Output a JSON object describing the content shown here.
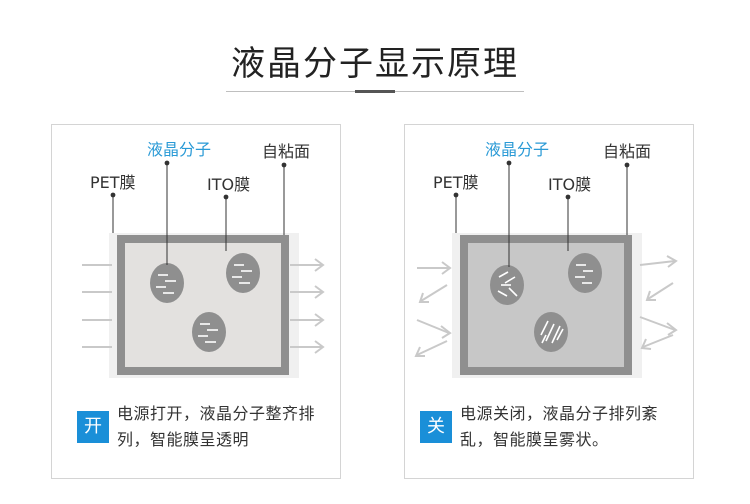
{
  "title": "液晶分子显示原理",
  "colors": {
    "accent_blue": "#2a9ad6",
    "badge_blue": "#1a8fd8",
    "frame_gray": "#8f8f8f",
    "glass_on": "#e3e1df",
    "glass_off": "#c7c7c7",
    "molecule": "#8f8f8f",
    "arrow": "#c9c9c9"
  },
  "panels": [
    {
      "state": "on",
      "labels": {
        "pet": "PET膜",
        "liquid_crystal": "液晶分子",
        "ito": "ITO膜",
        "adhesive": "自粘面"
      },
      "badge": "开",
      "description": "电源打开，液晶分子整齐排列，智能膜呈透明"
    },
    {
      "state": "off",
      "labels": {
        "pet": "PET膜",
        "liquid_crystal": "液晶分子",
        "ito": "ITO膜",
        "adhesive": "自粘面"
      },
      "badge": "关",
      "description": "电源关闭，液晶分子排列紊乱，智能膜呈雾状。"
    }
  ]
}
